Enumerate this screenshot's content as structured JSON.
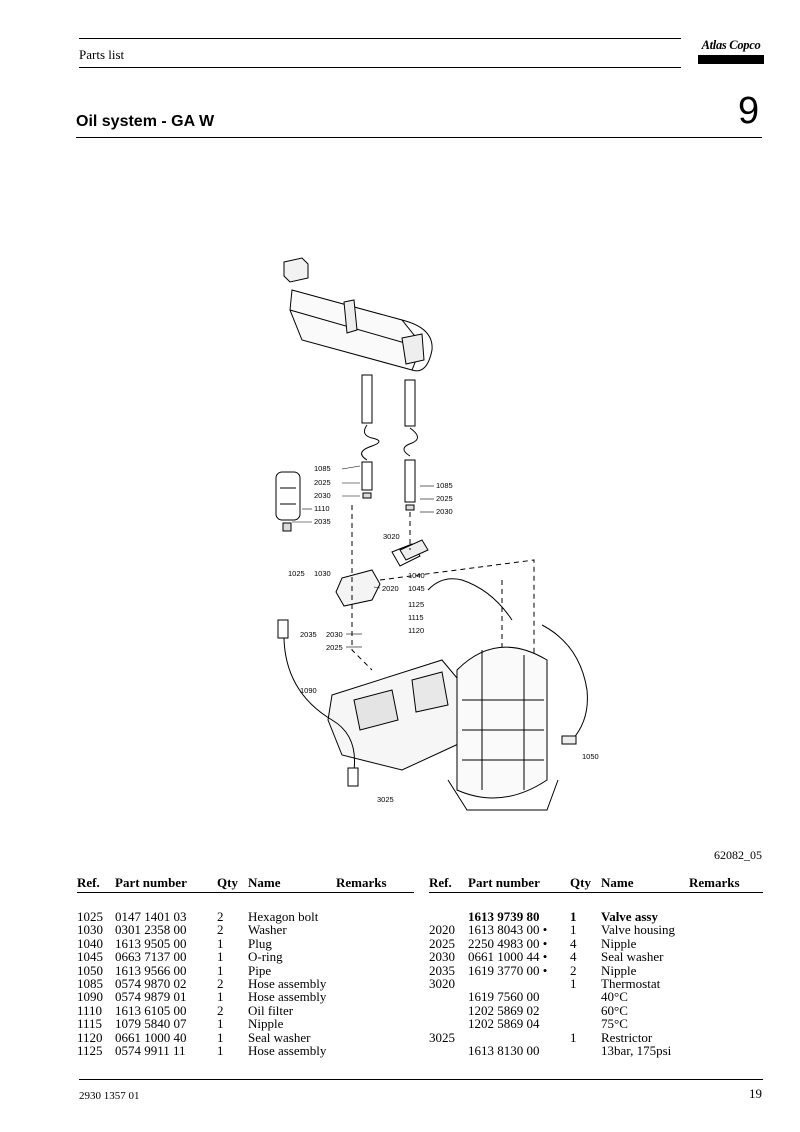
{
  "header": {
    "section": "Parts list",
    "brand": "Atlas Copco"
  },
  "title": "Oil system - GA W",
  "chapter": "9",
  "figure": {
    "code_inline": "62082_05",
    "caption": "62082_05",
    "callouts": [
      "1085",
      "2025",
      "2030",
      "1110",
      "2035",
      "3020",
      "1025",
      "1030",
      "2020",
      "1040",
      "1045",
      "1085",
      "2025",
      "2030",
      "1125",
      "1115",
      "1120",
      "2035",
      "2030",
      "2025",
      "1090",
      "3025",
      "1050"
    ]
  },
  "table": {
    "headers": {
      "ref": "Ref.",
      "part": "Part number",
      "qty": "Qty",
      "name": "Name",
      "remarks": "Remarks"
    },
    "left": [
      {
        "ref": "1025",
        "part": "0147 1401 03",
        "qty": "2",
        "name": "Hexagon bolt",
        "remarks": ""
      },
      {
        "ref": "1030",
        "part": "0301 2358 00",
        "qty": "2",
        "name": "Washer",
        "remarks": ""
      },
      {
        "ref": "1040",
        "part": "1613 9505 00",
        "qty": "1",
        "name": "Plug",
        "remarks": ""
      },
      {
        "ref": "1045",
        "part": "0663 7137 00",
        "qty": "1",
        "name": "O-ring",
        "remarks": ""
      },
      {
        "ref": "1050",
        "part": "1613 9566 00",
        "qty": "1",
        "name": "Pipe",
        "remarks": ""
      },
      {
        "ref": "1085",
        "part": "0574 9870 02",
        "qty": "2",
        "name": "Hose assembly",
        "remarks": ""
      },
      {
        "ref": "1090",
        "part": "0574 9879 01",
        "qty": "1",
        "name": "Hose assembly",
        "remarks": ""
      },
      {
        "ref": "1110",
        "part": "1613 6105 00",
        "qty": "2",
        "name": "Oil filter",
        "remarks": ""
      },
      {
        "ref": "1115",
        "part": "1079 5840 07",
        "qty": "1",
        "name": "Nipple",
        "remarks": ""
      },
      {
        "ref": "1120",
        "part": "0661 1000 40",
        "qty": "1",
        "name": "Seal washer",
        "remarks": ""
      },
      {
        "ref": "1125",
        "part": "0574 9911 11",
        "qty": "1",
        "name": "Hose assembly",
        "remarks": ""
      }
    ],
    "right": [
      {
        "ref": "",
        "part": "1613 9739 80",
        "qty": "1",
        "name": "Valve assy",
        "remarks": "",
        "bold": true
      },
      {
        "ref": "2020",
        "part": "1613 8043 00 •",
        "qty": "1",
        "name": "Valve housing",
        "remarks": ""
      },
      {
        "ref": "2025",
        "part": "2250 4983 00 •",
        "qty": "4",
        "name": "Nipple",
        "remarks": ""
      },
      {
        "ref": "2030",
        "part": "0661 1000 44 •",
        "qty": "4",
        "name": "Seal washer",
        "remarks": ""
      },
      {
        "ref": "2035",
        "part": "1619 3770 00 •",
        "qty": "2",
        "name": "Nipple",
        "remarks": ""
      },
      {
        "ref": "3020",
        "part": "",
        "qty": "1",
        "name": "Thermostat",
        "remarks": ""
      },
      {
        "ref": "",
        "part": "1619 7560 00",
        "qty": "",
        "name": "40°C",
        "remarks": ""
      },
      {
        "ref": "",
        "part": "1202 5869 02",
        "qty": "",
        "name": "60°C",
        "remarks": ""
      },
      {
        "ref": "",
        "part": "1202 5869 04",
        "qty": "",
        "name": "75°C",
        "remarks": ""
      },
      {
        "ref": "3025",
        "part": "",
        "qty": "1",
        "name": "Restrictor",
        "remarks": ""
      },
      {
        "ref": "",
        "part": "1613 8130 00",
        "qty": "",
        "name": "13bar, 175psi",
        "remarks": ""
      }
    ]
  },
  "footer": {
    "doc_number": "2930 1357 01",
    "page": "19"
  }
}
